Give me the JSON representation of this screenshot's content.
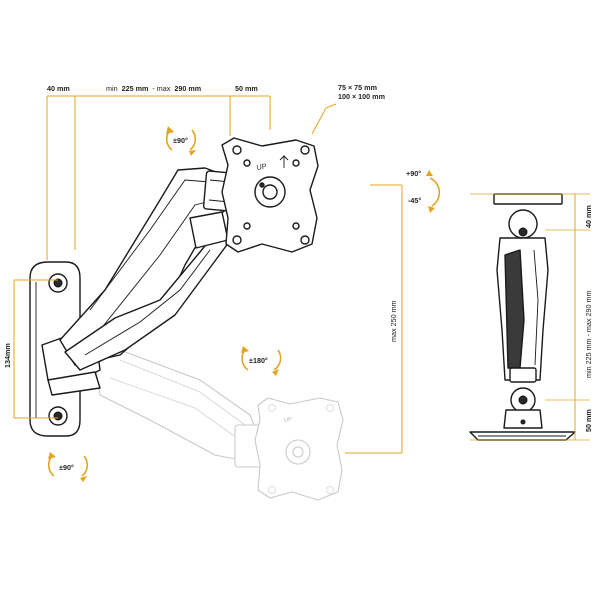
{
  "dimensions": {
    "wall_offset": "40 mm",
    "arm_range_min_prefix": "min",
    "arm_range_min": "225 mm",
    "arm_range_sep": "- max",
    "arm_range_max": "290 mm",
    "vesa_offset": "50 mm",
    "vesa_small": "75 × 75  mm",
    "vesa_large": "100 × 100  mm",
    "max_height": "max 250 mm",
    "wall_plate_height": "134mm",
    "side_top": "40 mm",
    "side_range": "min 225 mm - max 290 mm",
    "side_bottom": "50 mm"
  },
  "rotations": {
    "top_swivel": "±90°",
    "tilt_up": "+90°",
    "tilt_down": "-45°",
    "screen_rotate": "±180°",
    "wall_swivel": "±90°"
  },
  "plate_text": {
    "up_label": "UP",
    "ghost_up_label": "UP"
  },
  "colors": {
    "dimension_lines": "#e3a51c",
    "outline": "#1a1a1a",
    "ghost_outline": "#c9c9c9"
  }
}
